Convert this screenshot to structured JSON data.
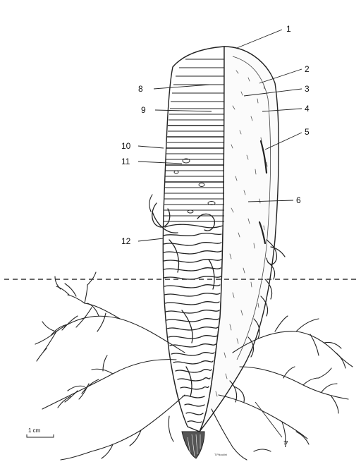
{
  "diagram": {
    "callouts": [
      "1",
      "2",
      "3",
      "4",
      "5",
      "6",
      "7",
      "8",
      "9",
      "10",
      "11",
      "12"
    ],
    "scale_bar_label": "1 cm",
    "signature": "T.Pikoulini"
  },
  "colors": {
    "ink": "#222222",
    "background": "#ffffff",
    "guide_line": "#333333"
  }
}
